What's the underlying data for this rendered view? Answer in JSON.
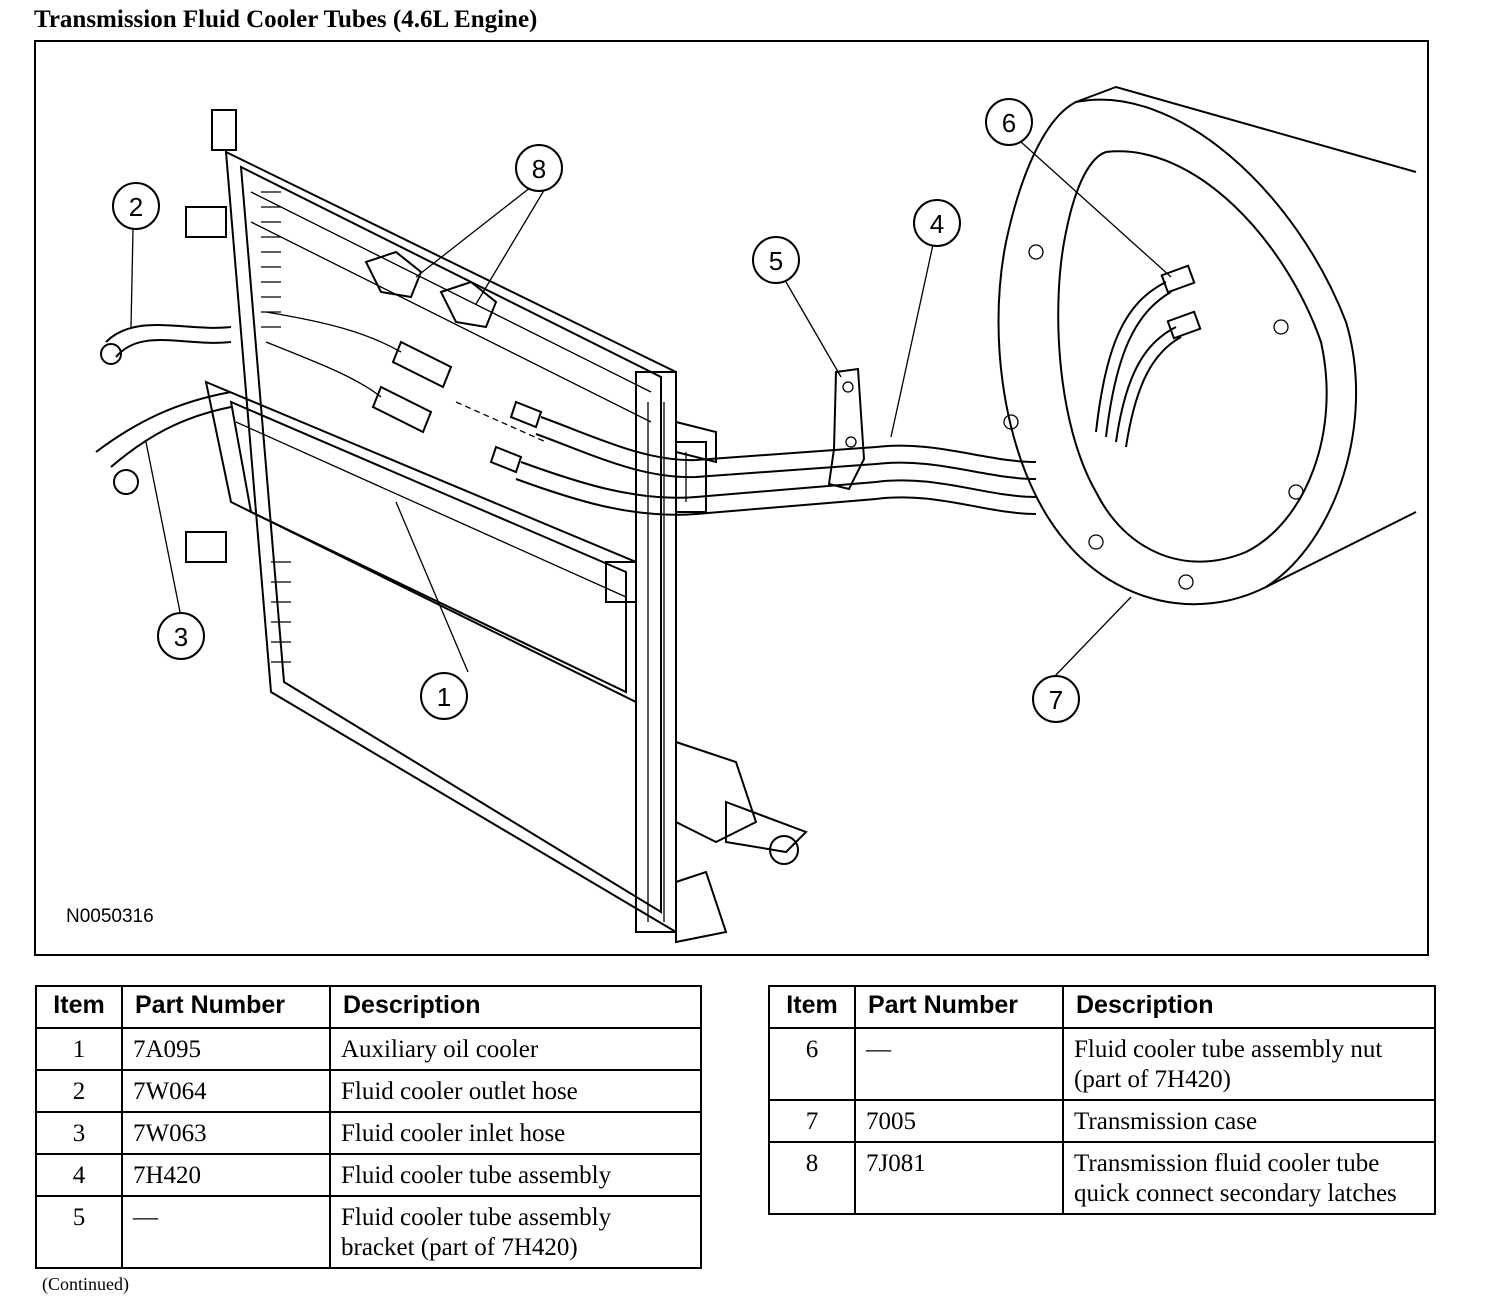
{
  "title": "Transmission Fluid Cooler Tubes (4.6L Engine)",
  "figure_id": "N0050316",
  "callouts": [
    "1",
    "2",
    "3",
    "4",
    "5",
    "6",
    "7",
    "8"
  ],
  "table_headers": {
    "item": "Item",
    "part_number": "Part Number",
    "description": "Description"
  },
  "table_left": [
    {
      "item": "1",
      "part": "7A095",
      "desc": "Auxiliary oil cooler"
    },
    {
      "item": "2",
      "part": "7W064",
      "desc": "Fluid cooler outlet hose"
    },
    {
      "item": "3",
      "part": "7W063",
      "desc": "Fluid cooler inlet hose"
    },
    {
      "item": "4",
      "part": "7H420",
      "desc": "Fluid cooler tube assembly"
    },
    {
      "item": "5",
      "part": "—",
      "desc": "Fluid cooler tube assembly bracket (part of 7H420)"
    }
  ],
  "table_right": [
    {
      "item": "6",
      "part": "—",
      "desc": "Fluid cooler tube assembly nut (part of 7H420)"
    },
    {
      "item": "7",
      "part": "7005",
      "desc": "Transmission case"
    },
    {
      "item": "8",
      "part": "7J081",
      "desc": "Transmission fluid cooler tube quick connect secondary latches"
    }
  ],
  "footer_note": "(Continued)"
}
